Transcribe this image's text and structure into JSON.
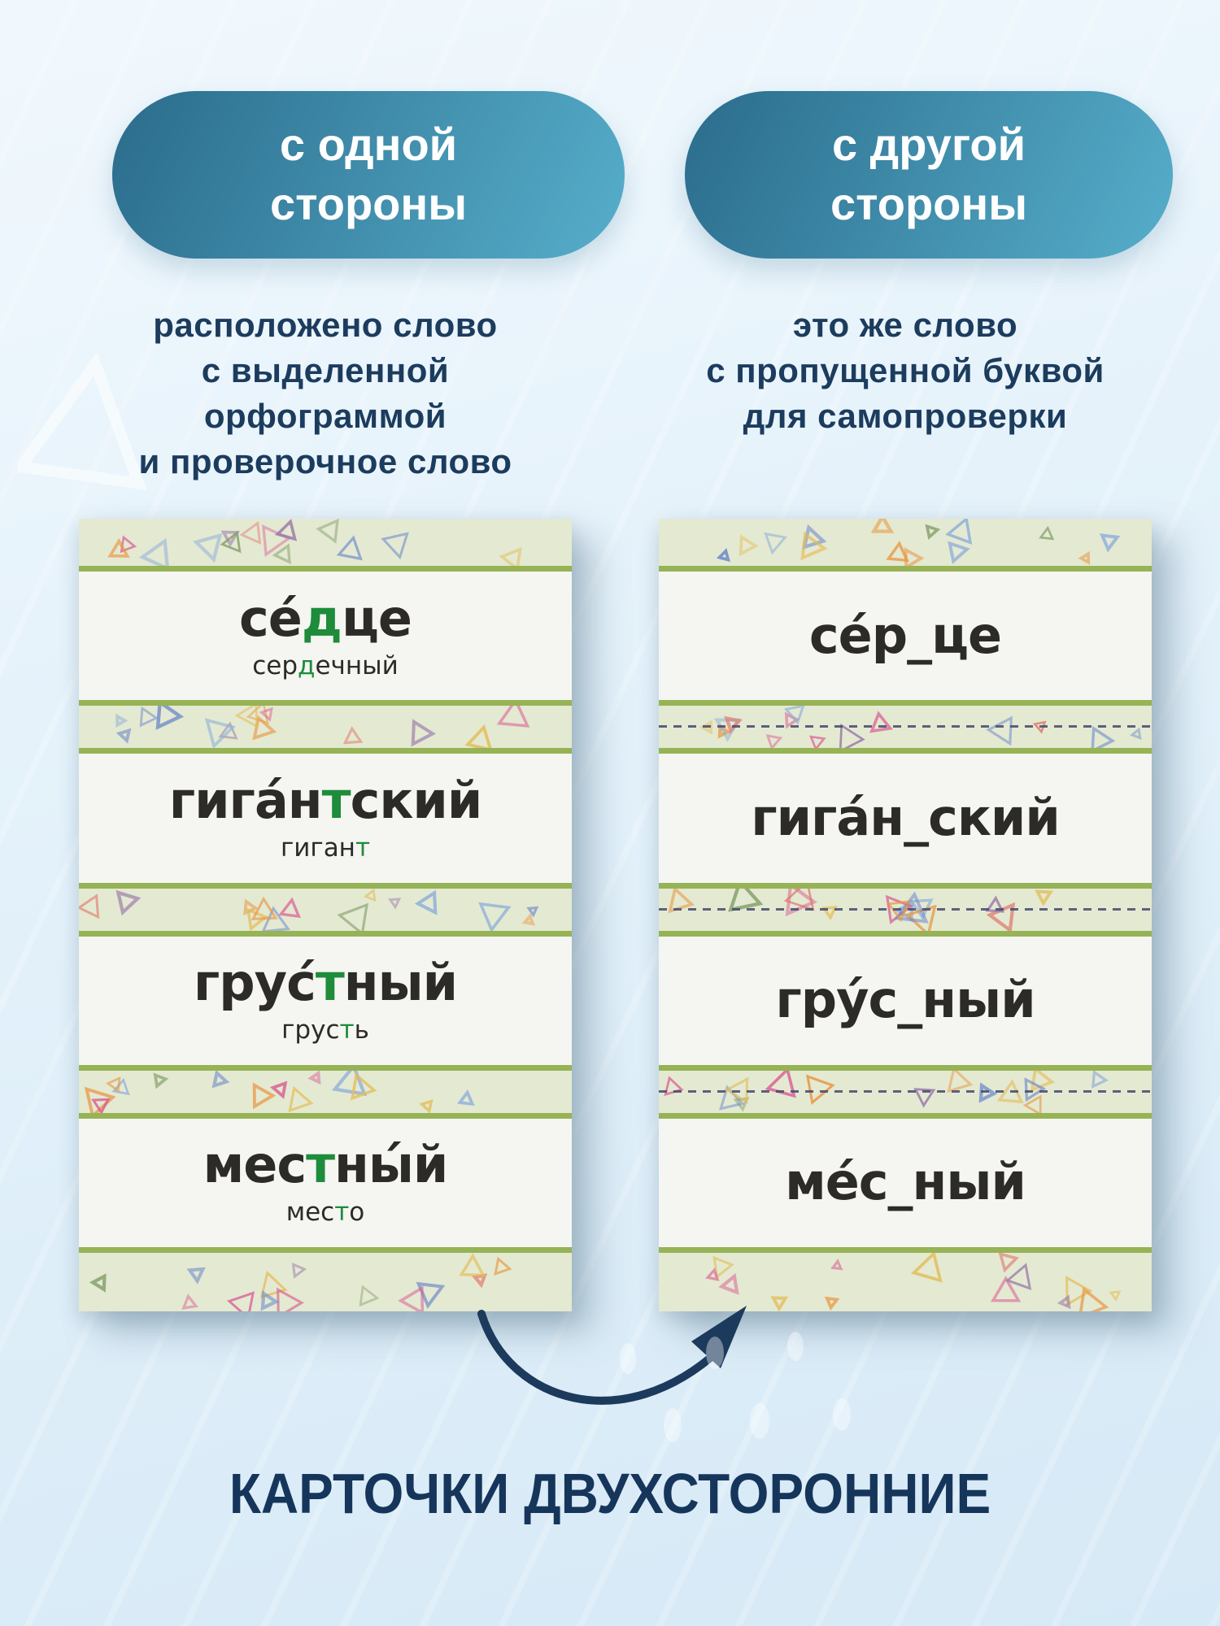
{
  "header": {
    "left_pill": {
      "line1": "с одной",
      "line2": "стороны"
    },
    "right_pill": {
      "line1": "с другой",
      "line2": "стороны"
    },
    "left_desc": [
      "расположено слово",
      "с выделенной орфограммой",
      "и проверочное слово"
    ],
    "right_desc": [
      "это же слово",
      "с пропущенной буквой",
      "для самопроверки"
    ]
  },
  "cards": {
    "front": {
      "rows": [
        {
          "main": [
            {
              "t": "се́"
            },
            {
              "t": "д",
              "green": true
            },
            {
              "t": "це"
            }
          ],
          "check": [
            {
              "t": "сер"
            },
            {
              "t": "д",
              "green": true
            },
            {
              "t": "ечный"
            }
          ]
        },
        {
          "main": [
            {
              "t": "гига́н"
            },
            {
              "t": "т",
              "green": true
            },
            {
              "t": "ский"
            }
          ],
          "check": [
            {
              "t": "гиган"
            },
            {
              "t": "т",
              "green": true
            }
          ]
        },
        {
          "main": [
            {
              "t": "грус́"
            },
            {
              "t": "т",
              "green": true
            },
            {
              "t": "ный"
            }
          ],
          "check": [
            {
              "t": "грус"
            },
            {
              "t": "т",
              "green": true
            },
            {
              "t": "ь"
            }
          ]
        },
        {
          "main": [
            {
              "t": "мес"
            },
            {
              "t": "т",
              "green": true
            },
            {
              "t": "ны́й"
            }
          ],
          "check": [
            {
              "t": "мес"
            },
            {
              "t": "т",
              "green": true
            },
            {
              "t": "о"
            }
          ]
        }
      ]
    },
    "back": {
      "rows": [
        {
          "word": "се́р_це"
        },
        {
          "word": "гига́н_ский"
        },
        {
          "word": "гру́с_ный"
        },
        {
          "word": "ме́с_ный"
        }
      ]
    }
  },
  "footer": {
    "caption": "КАРТОЧКИ ДВУХСТОРОННИЕ"
  },
  "colors": {
    "pill_gradient_start": "#2d6f8f",
    "pill_gradient_end": "#54abc7",
    "pill_text": "#ffffff",
    "body_text": "#1c3c5e",
    "card_bg": "#f5f5f2",
    "strip_bg": "#e4e9d2",
    "strip_line": "#96b355",
    "word_dark": "#2d2b28",
    "word_green": "#1e8c3a",
    "cut_line": "#44486f",
    "arrow": "#1c3a5c",
    "triangle_palette": [
      "#e8953f",
      "#d95f93",
      "#8fb0d8",
      "#e3bd55",
      "#9a7aa8",
      "#86a06b",
      "#e0756a",
      "#6b88c9"
    ]
  }
}
